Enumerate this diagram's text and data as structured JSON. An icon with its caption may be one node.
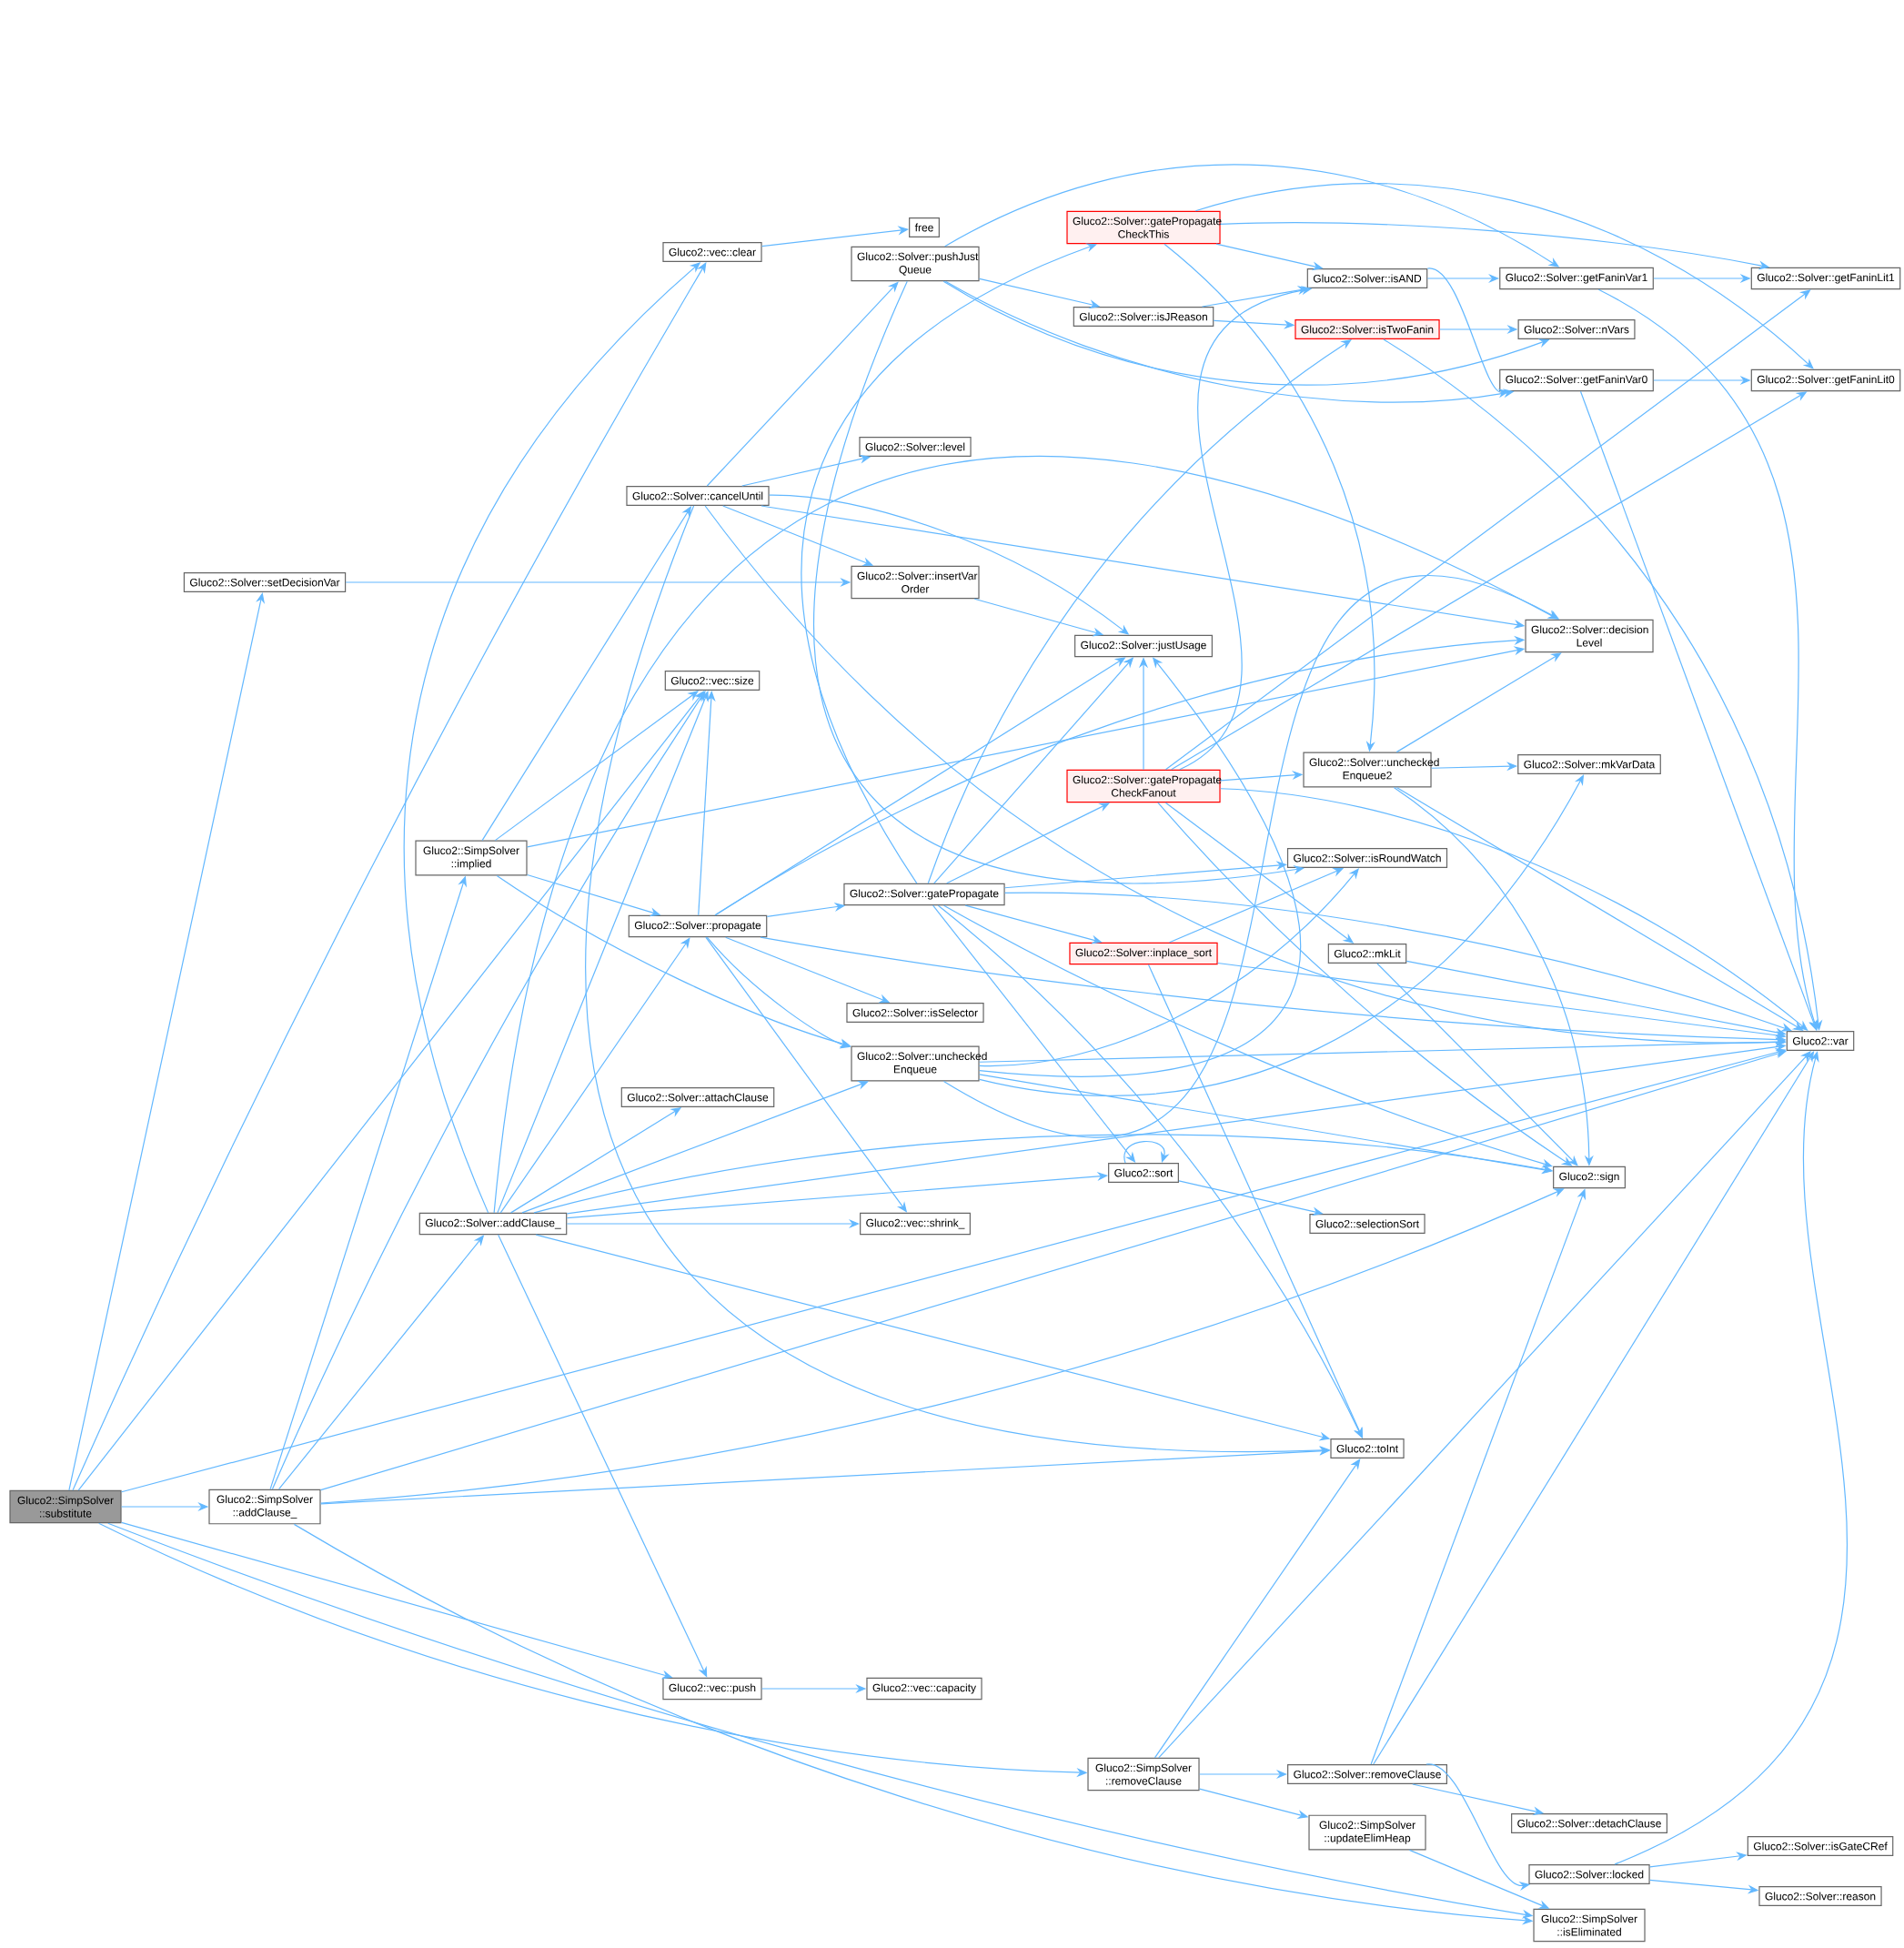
{
  "diagram": {
    "nodes": [
      {
        "text": [
          "Gluco2::SimpSolver ::substitute"
        ]
      },
      {
        "text": [
          "Gluco2::vec::clear"
        ]
      },
      {
        "text": [
          "free"
        ]
      },
      {
        "text": [
          "Gluco2::Solver::setDecisionVar"
        ]
      },
      {
        "text": [
          "Gluco2::Solver::pushJust Queue"
        ]
      },
      {
        "text": [
          "Gluco2::Solver::gatePropagate CheckThis"
        ]
      },
      {
        "text": [
          "Gluco2::Solver::isAND"
        ]
      },
      {
        "text": [
          "Gluco2::Solver::getFaninVar1"
        ]
      },
      {
        "text": [
          "Gluco2::Solver::getFaninLit1"
        ]
      },
      {
        "text": [
          "Gluco2::Solver::isJReason"
        ]
      },
      {
        "text": [
          "Gluco2::Solver::isTwoFanin"
        ]
      },
      {
        "text": [
          "Gluco2::Solver::nVars"
        ]
      },
      {
        "text": [
          "Gluco2::Solver::getFaninVar0"
        ]
      },
      {
        "text": [
          "Gluco2::Solver::getFaninLit0"
        ]
      },
      {
        "text": [
          "Gluco2::Solver::cancelUntil"
        ]
      },
      {
        "text": [
          "Gluco2::Solver::level"
        ]
      },
      {
        "text": [
          "Gluco2::Solver::insertVar Order"
        ]
      },
      {
        "text": [
          "Gluco2::Solver::decision Level"
        ]
      },
      {
        "text": [
          "Gluco2::Solver::justUsage"
        ]
      },
      {
        "text": [
          "Gluco2::vec::size"
        ]
      },
      {
        "text": [
          "Gluco2::Solver::gatePropagate CheckFanout"
        ]
      },
      {
        "text": [
          "Gluco2::Solver::unchecked Enqueue2"
        ]
      },
      {
        "text": [
          "Gluco2::Solver::mkVarData"
        ]
      },
      {
        "text": [
          "Gluco2::SimpSolver ::implied"
        ]
      },
      {
        "text": [
          "Gluco2::Solver::isRoundWatch"
        ]
      },
      {
        "text": [
          "Gluco2::Solver::gatePropagate"
        ]
      },
      {
        "text": [
          "Gluco2::Solver::propagate"
        ]
      },
      {
        "text": [
          "Gluco2::Solver::inplace_sort"
        ]
      },
      {
        "text": [
          "Gluco2::mkLit"
        ]
      },
      {
        "text": [
          "Gluco2::Solver::isSelector"
        ]
      },
      {
        "text": [
          "Gluco2::Solver::unchecked Enqueue"
        ]
      },
      {
        "text": [
          "Gluco2::var"
        ]
      },
      {
        "text": [
          "Gluco2::sign"
        ]
      },
      {
        "text": [
          "Gluco2::sort"
        ]
      },
      {
        "text": [
          "Gluco2::selectionSort"
        ]
      },
      {
        "text": [
          "Gluco2::Solver::attachClause"
        ]
      },
      {
        "text": [
          "Gluco2::Solver::addClause_"
        ]
      },
      {
        "text": [
          "Gluco2::vec::shrink_"
        ]
      },
      {
        "text": [
          "Gluco2::toInt"
        ]
      },
      {
        "text": [
          "Gluco2::SimpSolver ::addClause_"
        ]
      },
      {
        "text": [
          "Gluco2::vec::push"
        ]
      },
      {
        "text": [
          "Gluco2::vec::capacity"
        ]
      },
      {
        "text": [
          "Gluco2::SimpSolver ::removeClause"
        ]
      },
      {
        "text": [
          "Gluco2::Solver::removeClause"
        ]
      },
      {
        "text": [
          "Gluco2::Solver::detachClause"
        ]
      },
      {
        "text": [
          "Gluco2::SimpSolver ::updateElimHeap"
        ]
      },
      {
        "text": [
          "Gluco2::Solver::locked"
        ]
      },
      {
        "text": [
          "Gluco2::Solver::isGateCRef"
        ]
      },
      {
        "text": [
          "Gluco2::Solver::reason"
        ]
      },
      {
        "text": [
          "Gluco2::SimpSolver ::isEliminated"
        ]
      }
    ],
    "edges": [
      {
        "from": 0,
        "to": 1,
        "arrow": "to"
      },
      {
        "from": 0,
        "to": 3,
        "arrow": "to"
      },
      {
        "from": 0,
        "to": 19,
        "arrow": "to"
      },
      {
        "from": 0,
        "to": 31,
        "arrow": "to"
      },
      {
        "from": 0,
        "to": 39,
        "arrow": "to"
      },
      {
        "from": 0,
        "to": 40,
        "arrow": "to"
      },
      {
        "from": 0,
        "to": 42,
        "arrow": "to"
      },
      {
        "from": 0,
        "to": 49,
        "arrow": "to"
      },
      {
        "from": 39,
        "to": 23,
        "arrow": "to"
      },
      {
        "from": 39,
        "to": 36,
        "arrow": "to"
      },
      {
        "from": 39,
        "to": 19,
        "arrow": "to"
      },
      {
        "from": 39,
        "to": 38,
        "arrow": "to"
      },
      {
        "from": 39,
        "to": 32,
        "arrow": "to"
      },
      {
        "from": 39,
        "to": 31,
        "arrow": "to"
      },
      {
        "from": 39,
        "to": 49,
        "arrow": "to"
      },
      {
        "from": 36,
        "to": 1,
        "arrow": "to"
      },
      {
        "from": 36,
        "to": 19,
        "arrow": "to"
      },
      {
        "from": 36,
        "to": 17,
        "arrow": "to"
      },
      {
        "from": 36,
        "to": 26,
        "arrow": "to"
      },
      {
        "from": 36,
        "to": 35,
        "arrow": "to"
      },
      {
        "from": 36,
        "to": 30,
        "arrow": "to"
      },
      {
        "from": 36,
        "to": 37,
        "arrow": "to"
      },
      {
        "from": 36,
        "to": 33,
        "arrow": "to"
      },
      {
        "from": 36,
        "to": 32,
        "arrow": "to"
      },
      {
        "from": 36,
        "to": 31,
        "arrow": "to"
      },
      {
        "from": 36,
        "to": 38,
        "arrow": "to"
      },
      {
        "from": 36,
        "to": 40,
        "arrow": "to"
      },
      {
        "from": 23,
        "to": 14,
        "arrow": "to"
      },
      {
        "from": 23,
        "to": 19,
        "arrow": "to"
      },
      {
        "from": 23,
        "to": 17,
        "arrow": "to"
      },
      {
        "from": 23,
        "to": 26,
        "arrow": "to"
      },
      {
        "from": 23,
        "to": 30,
        "arrow": "to"
      },
      {
        "from": 14,
        "to": 4,
        "arrow": "to"
      },
      {
        "from": 14,
        "to": 15,
        "arrow": "to"
      },
      {
        "from": 14,
        "to": 16,
        "arrow": "to"
      },
      {
        "from": 14,
        "to": 18,
        "arrow": "to"
      },
      {
        "from": 14,
        "to": 17,
        "arrow": "to"
      },
      {
        "from": 14,
        "to": 31,
        "arrow": "to"
      },
      {
        "from": 14,
        "to": 38,
        "arrow": "to"
      },
      {
        "from": 3,
        "to": 16,
        "arrow": "to"
      },
      {
        "from": 16,
        "to": 18,
        "arrow": "to"
      },
      {
        "from": 1,
        "to": 2,
        "arrow": "to"
      },
      {
        "from": 4,
        "to": 9,
        "arrow": "to"
      },
      {
        "from": 4,
        "to": 7,
        "arrow": "to"
      },
      {
        "from": 4,
        "to": 11,
        "arrow": "to"
      },
      {
        "from": 4,
        "to": 12,
        "arrow": "to"
      },
      {
        "from": 4,
        "to": 24,
        "arrow": "to"
      },
      {
        "from": 5,
        "to": 6,
        "arrow": "to"
      },
      {
        "from": 5,
        "to": 8,
        "arrow": "to"
      },
      {
        "from": 5,
        "to": 13,
        "arrow": "to"
      },
      {
        "from": 5,
        "to": 21,
        "arrow": "to"
      },
      {
        "from": 9,
        "to": 6,
        "arrow": "to"
      },
      {
        "from": 9,
        "to": 10,
        "arrow": "to"
      },
      {
        "from": 6,
        "to": 7,
        "arrow": "to"
      },
      {
        "from": 6,
        "to": 12,
        "arrow": "to"
      },
      {
        "from": 7,
        "to": 8,
        "arrow": "to"
      },
      {
        "from": 7,
        "to": 31,
        "arrow": "to"
      },
      {
        "from": 10,
        "to": 11,
        "arrow": "to"
      },
      {
        "from": 10,
        "to": 31,
        "arrow": "to"
      },
      {
        "from": 12,
        "to": 13,
        "arrow": "to"
      },
      {
        "from": 12,
        "to": 31,
        "arrow": "to"
      },
      {
        "from": 26,
        "to": 19,
        "arrow": "to"
      },
      {
        "from": 26,
        "to": 18,
        "arrow": "to"
      },
      {
        "from": 26,
        "to": 17,
        "arrow": "to"
      },
      {
        "from": 26,
        "to": 25,
        "arrow": "to"
      },
      {
        "from": 26,
        "to": 29,
        "arrow": "to"
      },
      {
        "from": 26,
        "to": 30,
        "arrow": "to"
      },
      {
        "from": 26,
        "to": 37,
        "arrow": "to"
      },
      {
        "from": 26,
        "to": 31,
        "arrow": "to"
      },
      {
        "from": 25,
        "to": 5,
        "arrow": "to"
      },
      {
        "from": 25,
        "to": 10,
        "arrow": "to"
      },
      {
        "from": 25,
        "to": 18,
        "arrow": "to"
      },
      {
        "from": 25,
        "to": 20,
        "arrow": "to"
      },
      {
        "from": 25,
        "to": 24,
        "arrow": "to"
      },
      {
        "from": 25,
        "to": 27,
        "arrow": "to"
      },
      {
        "from": 25,
        "to": 33,
        "arrow": "to"
      },
      {
        "from": 25,
        "to": 32,
        "arrow": "to"
      },
      {
        "from": 25,
        "to": 31,
        "arrow": "to"
      },
      {
        "from": 25,
        "to": 38,
        "arrow": "to"
      },
      {
        "from": 20,
        "to": 6,
        "arrow": "to"
      },
      {
        "from": 20,
        "to": 18,
        "arrow": "to"
      },
      {
        "from": 20,
        "to": 8,
        "arrow": "to"
      },
      {
        "from": 20,
        "to": 13,
        "arrow": "to"
      },
      {
        "from": 20,
        "to": 21,
        "arrow": "to"
      },
      {
        "from": 20,
        "to": 28,
        "arrow": "to"
      },
      {
        "from": 20,
        "to": 32,
        "arrow": "to"
      },
      {
        "from": 20,
        "to": 31,
        "arrow": "to"
      },
      {
        "from": 21,
        "to": 17,
        "arrow": "to"
      },
      {
        "from": 21,
        "to": 22,
        "arrow": "to"
      },
      {
        "from": 21,
        "to": 31,
        "arrow": "to"
      },
      {
        "from": 21,
        "to": 32,
        "arrow": "to"
      },
      {
        "from": 30,
        "to": 18,
        "arrow": "to"
      },
      {
        "from": 30,
        "to": 17,
        "arrow": "to"
      },
      {
        "from": 30,
        "to": 24,
        "arrow": "to"
      },
      {
        "from": 30,
        "to": 22,
        "arrow": "to"
      },
      {
        "from": 30,
        "to": 32,
        "arrow": "to"
      },
      {
        "from": 30,
        "to": 31,
        "arrow": "to"
      },
      {
        "from": 27,
        "to": 24,
        "arrow": "to"
      },
      {
        "from": 27,
        "to": 31,
        "arrow": "to"
      },
      {
        "from": 27,
        "to": 38,
        "arrow": "to"
      },
      {
        "from": 28,
        "to": 31,
        "arrow": "to"
      },
      {
        "from": 28,
        "to": 32,
        "arrow": "to"
      },
      {
        "from": 33,
        "to": 33,
        "arrow": "to"
      },
      {
        "from": 33,
        "to": 34,
        "arrow": "to"
      },
      {
        "from": 40,
        "to": 41,
        "arrow": "to"
      },
      {
        "from": 42,
        "to": 38,
        "arrow": "to"
      },
      {
        "from": 42,
        "to": 43,
        "arrow": "to"
      },
      {
        "from": 42,
        "to": 45,
        "arrow": "to"
      },
      {
        "from": 42,
        "to": 31,
        "arrow": "to"
      },
      {
        "from": 43,
        "to": 32,
        "arrow": "to"
      },
      {
        "from": 43,
        "to": 44,
        "arrow": "to"
      },
      {
        "from": 43,
        "to": 46,
        "arrow": "to"
      },
      {
        "from": 43,
        "to": 31,
        "arrow": "to"
      },
      {
        "from": 45,
        "to": 49,
        "arrow": "to"
      },
      {
        "from": 46,
        "to": 47,
        "arrow": "to"
      },
      {
        "from": 46,
        "to": 48,
        "arrow": "to"
      },
      {
        "from": 46,
        "to": 31,
        "arrow": "to"
      }
    ]
  }
}
